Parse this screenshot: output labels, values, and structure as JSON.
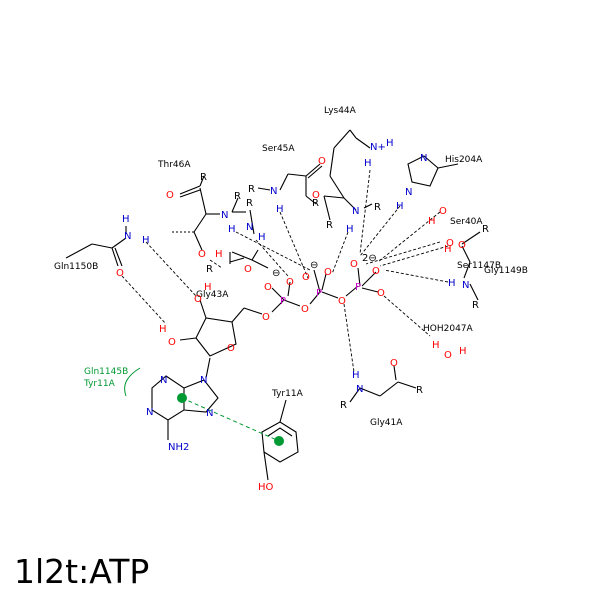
{
  "caption": "1l2t:ATP",
  "colors": {
    "bond": "#000000",
    "oxygen": "#ff0000",
    "nitrogen": "#0000cc",
    "phosphorus": "#cc00cc",
    "stacking": "#009933",
    "background": "#ffffff"
  },
  "residues": {
    "lys44": "Lys44A",
    "ser45": "Ser45A",
    "thr46": "Thr46A",
    "his204": "His204A",
    "ser40": "Ser40A",
    "ser1147": "Ser1147B",
    "gly1149": "Gly1149B",
    "gln1150": "Gln1150B",
    "gly43": "Gly43A",
    "hoh2047": "HOH2047A",
    "gly41": "Gly41A",
    "tyr11": "Tyr11A",
    "pi_label_1": "Gln1145B",
    "pi_label_2": "Tyr11A"
  },
  "atoms": {
    "o": "O",
    "n": "N",
    "h": "H",
    "p": "P",
    "r": "R",
    "nh_plus": "N+",
    "nh2": "NH2",
    "oh": "HO",
    "oh_h": "H",
    "charge_minus": "⊖",
    "charge_2minus": "2⊖"
  }
}
